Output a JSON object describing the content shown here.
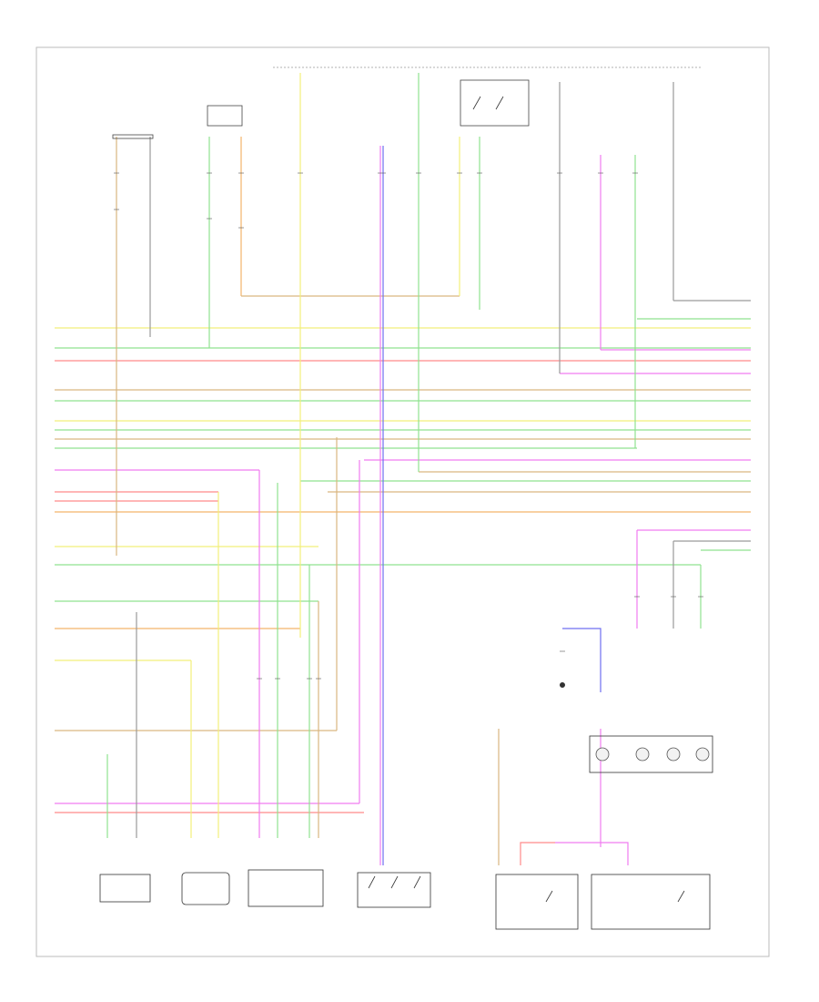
{
  "diagram": {
    "title": "",
    "page_number": ""
  },
  "components": [
    {
      "id": "motor-left",
      "label": ""
    },
    {
      "id": "sensor-center",
      "label": ""
    },
    {
      "id": "module-center",
      "label": ""
    },
    {
      "id": "switch-assembly",
      "label": ""
    },
    {
      "id": "speaker-left",
      "label": ""
    },
    {
      "id": "speaker-right",
      "label": ""
    },
    {
      "id": "lamp-cluster",
      "label": ""
    }
  ],
  "colors": {
    "yellow": "#f2ef7a",
    "green": "#8fe28f",
    "red": "#ff8a8a",
    "pink": "#f07cf0",
    "orange": "#f3b36a",
    "tan": "#d9b680",
    "blue": "#6f6ff0",
    "gray": "#9a9a9a",
    "black": "#222222"
  }
}
